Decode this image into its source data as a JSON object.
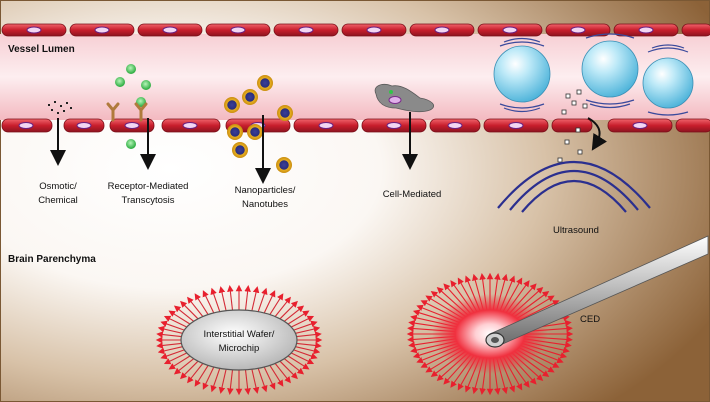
{
  "labels": {
    "vessel_lumen": "Vessel Lumen",
    "brain_parenchyma": "Brain Parenchyma",
    "osmotic_line1": "Osmotic/",
    "osmotic_line2": "Chemical",
    "receptor_line1": "Receptor-Mediated",
    "receptor_line2": "Transcytosis",
    "nano_line1": "Nanoparticles/",
    "nano_line2": "Nanotubes",
    "cell_mediated": "Cell-Mediated",
    "ultrasound": "Ultrasound",
    "wafer_line1": "Interstitial Wafer/",
    "wafer_line2": "Microchip",
    "ced": "CED"
  },
  "colors": {
    "background_brown": "#9a7048",
    "vessel_pink": "#f6c9cf",
    "endothelial_red": "#d42a36",
    "nucleus_purple": "#7b2a8c",
    "bubble_cyan": "#8fd6ef",
    "ultrasound_blue": "#2b2f8f",
    "nanoparticle_gold": "#e9b020",
    "receptor_brown": "#b07a3c",
    "green_ligand": "#33c44a",
    "ced_red": "#e8202e"
  }
}
